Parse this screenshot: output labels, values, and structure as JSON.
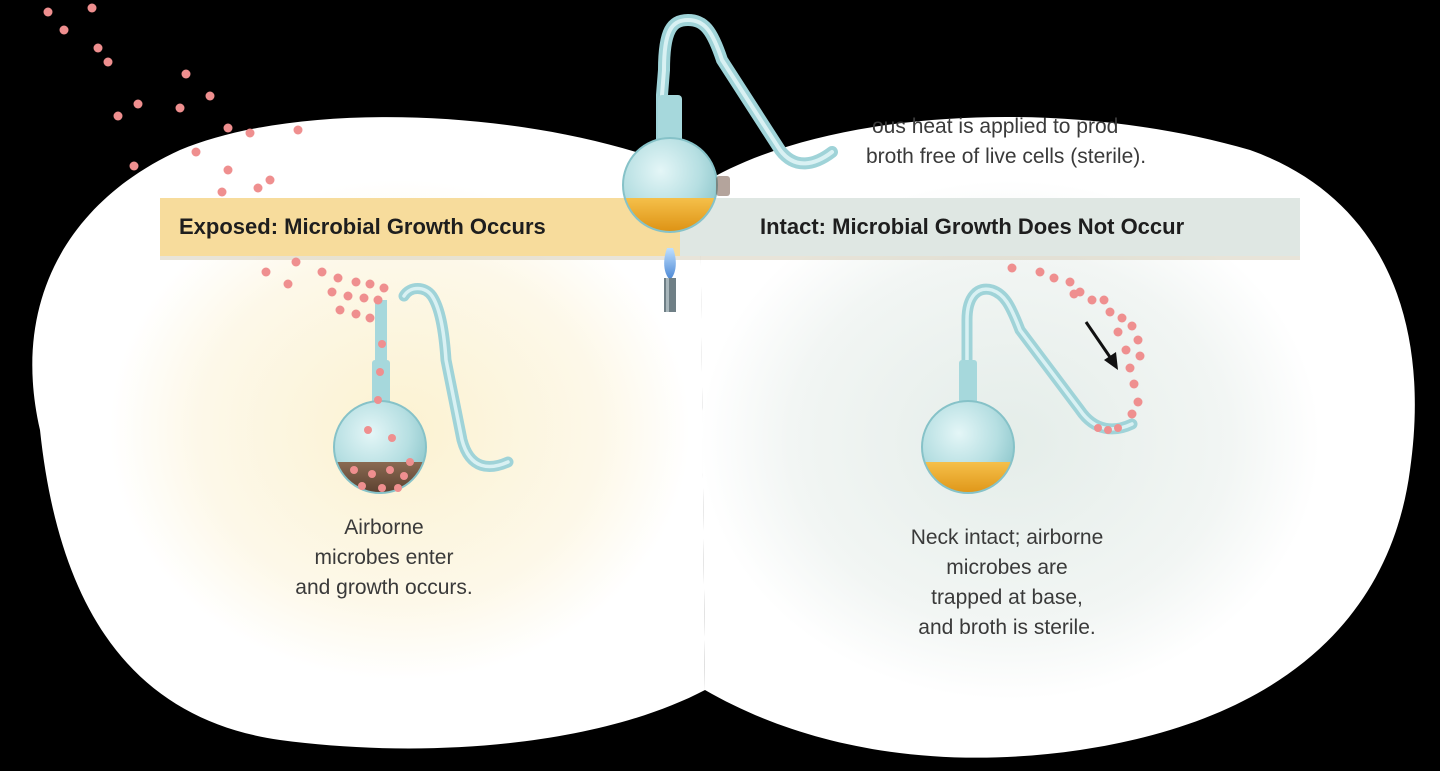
{
  "banner": {
    "left_label": "Exposed: Microbial Growth Occurs",
    "right_label": "Intact: Microbial Growth Does Not Occur"
  },
  "top_caption": {
    "line1": "ous heat is applied to prod",
    "line2": "broth free of live cells (sterile)."
  },
  "left_caption": {
    "line1": "Airborne",
    "line2": "microbes enter",
    "line3": "and growth occurs."
  },
  "right_caption": {
    "line1": "Neck intact; airborne",
    "line2": "microbes are",
    "line3": "trapped at base,",
    "line4": "and broth is sterile."
  },
  "colors": {
    "background": "#000000",
    "panel": "#ffffff",
    "left_banner": "#f7dc9c",
    "right_banner": "#dfe7e3",
    "glass": "#bfe4e6",
    "broth_sterile": "#e8a317",
    "broth_contaminated": "#6b4a35",
    "microbe": "#ef8f8f",
    "flame": "#6fa6e0"
  },
  "icons": [
    "swan-neck-flask-icon",
    "broken-neck-flask-icon",
    "intact-flask-icon",
    "bunsen-burner-icon",
    "microbe-dot-icon",
    "arrow-icon"
  ]
}
